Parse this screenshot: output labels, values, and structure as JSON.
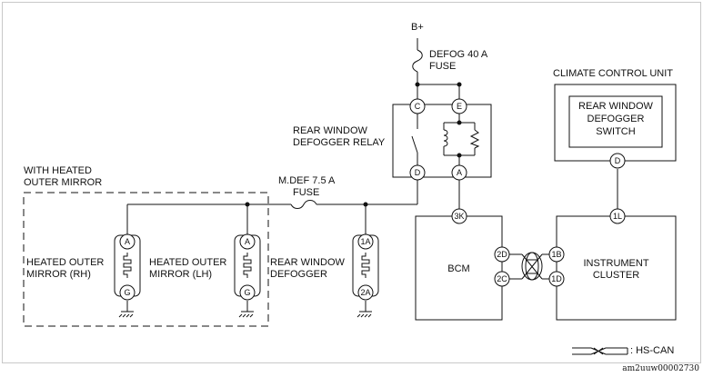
{
  "supply": "B+",
  "defog_fuse": {
    "line1": "DEFOG 40 A",
    "line2": "FUSE"
  },
  "relay": {
    "line1": "REAR WINDOW",
    "line2": "DEFOGGER RELAY",
    "pins": [
      "C",
      "E",
      "D",
      "A"
    ]
  },
  "climate_unit": {
    "title": "CLIMATE CONTROL UNIT",
    "switch_lines": [
      "REAR WINDOW",
      "DEFOGGER",
      "SWITCH"
    ],
    "pin": "D"
  },
  "heated_mirror_group": {
    "line1": "WITH HEATED",
    "line2": "OUTER MIRROR"
  },
  "mdef_fuse": {
    "line1": "M.DEF 7.5 A",
    "line2": "FUSE"
  },
  "mirror_rh": {
    "line1": "HEATED OUTER",
    "line2": "MIRROR (RH)",
    "pins": [
      "A",
      "G"
    ]
  },
  "mirror_lh": {
    "line1": "HEATED OUTER",
    "line2": "MIRROR (LH)",
    "pins": [
      "A",
      "G"
    ]
  },
  "rear_defogger": {
    "line1": "REAR WINDOW",
    "line2": "DEFOGGER",
    "pins": [
      "1A",
      "2A"
    ]
  },
  "bcm": {
    "label": "BCM",
    "pins": [
      "3K",
      "2D",
      "2C"
    ]
  },
  "cluster": {
    "line1": "INSTRUMENT",
    "line2": "CLUSTER",
    "pins": [
      "1L",
      "1B",
      "1D"
    ]
  },
  "legend": {
    "label": ": HS-CAN"
  },
  "figure_code": "am2uuw00002730"
}
